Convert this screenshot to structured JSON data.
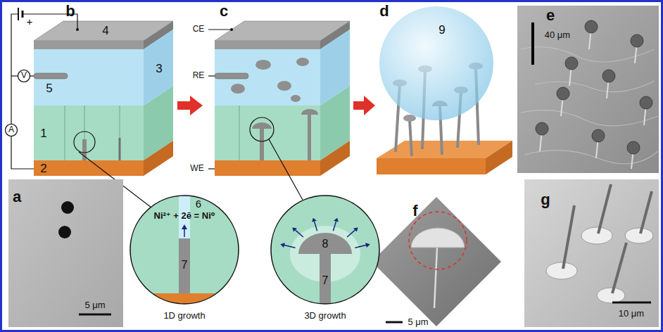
{
  "diagram": {
    "nodes": [
      {
        "text": [
          "V"
        ]
      },
      {
        "text": [
          "A"
        ]
      },
      {
        "text": [
          "9"
        ]
      },
      {
        "text": [
          "6",
          "Ni²⁺ + 2ē = Ni⁰",
          "7",
          "1D growth"
        ]
      },
      {
        "text": [
          "8",
          "7",
          "3D growth"
        ]
      }
    ],
    "labels": [
      "+",
      "b",
      "4",
      "3",
      "5",
      "1",
      "2",
      "c",
      "CE",
      "RE",
      "WE",
      "d",
      "e",
      "40 μm",
      "a",
      "5 μm",
      "f",
      "5 μm",
      "g",
      "10 μm"
    ]
  }
}
